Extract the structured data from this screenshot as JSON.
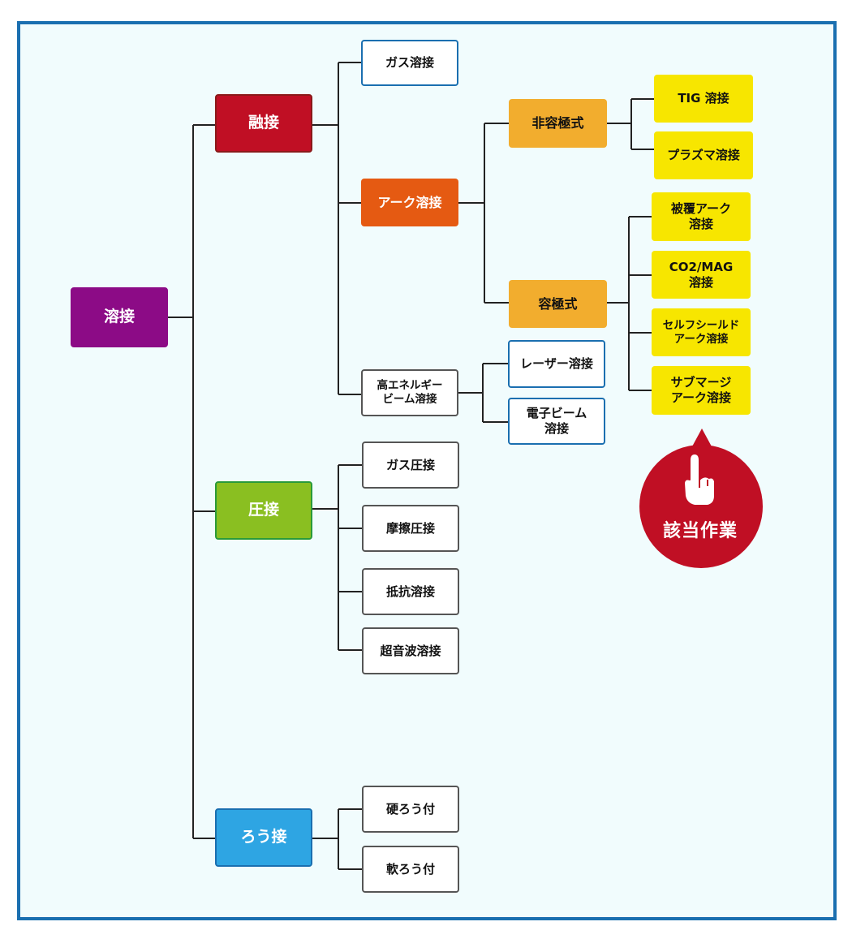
{
  "root": {
    "label": "溶接"
  },
  "fusion": {
    "label": "融接",
    "gas": "ガス溶接",
    "arc": {
      "label": "アーク溶接",
      "non_consumable": {
        "label": "非容極式",
        "tig": "TIG 溶接",
        "plasma": "プラズマ溶接"
      },
      "consumable": {
        "label": "容極式",
        "shielded": "被覆アーク\n溶接",
        "co2": "CO2/MAG\n溶接",
        "self_shield": "セルフシールド\nアーク溶接",
        "submerged": "サブマージ\nアーク溶接"
      }
    },
    "high_energy": {
      "label": "高エネルギー\nビーム溶接",
      "laser": "レーザー溶接",
      "ebeam": "電子ビーム\n溶接"
    }
  },
  "pressure": {
    "label": "圧接",
    "gas": "ガス圧接",
    "friction": "摩擦圧接",
    "resistance": "抵抗溶接",
    "ultrasonic": "超音波溶接"
  },
  "brazing": {
    "label": "ろう接",
    "hard": "硬ろう付",
    "soft": "軟ろう付"
  },
  "callout": {
    "label": "該当作業",
    "icon": "pointing-hand-icon"
  },
  "colors": {
    "frame": "#1a6fb0",
    "background": "#f1fcfd",
    "root": "#8c0b86",
    "fusion": "#c00f24",
    "pressure": "#8abf21",
    "brazing": "#2ea5e3",
    "arc": "#e55a12",
    "electrode_type": "#f2ad2e",
    "applicable": "#f7e600",
    "callout": "#c00f24"
  }
}
